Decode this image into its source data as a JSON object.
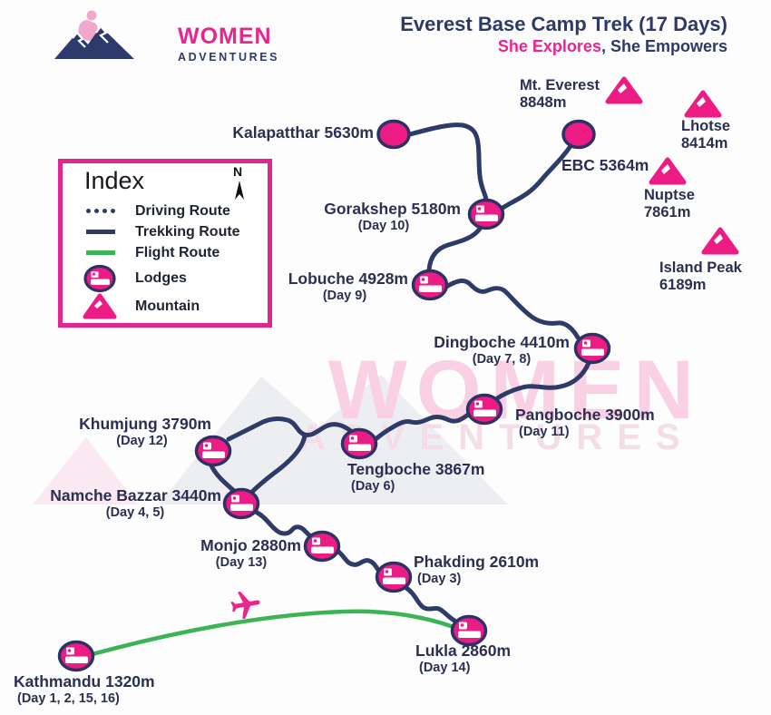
{
  "brand": {
    "top": "WOMEN",
    "bottom": "ADVENTURES"
  },
  "header": {
    "title": "Everest Base Camp Trek (17 Days)",
    "tagline_pink": "She Explores",
    "tagline_rest": ", She Empowers"
  },
  "legend": {
    "title": "Index",
    "compass": "N",
    "items": [
      {
        "key": "driving",
        "label": "Driving Route"
      },
      {
        "key": "trekking",
        "label": "Trekking Route"
      },
      {
        "key": "flight",
        "label": "Flight Route"
      },
      {
        "key": "lodges",
        "label": "Lodges"
      },
      {
        "key": "mountain",
        "label": "Mountain"
      }
    ]
  },
  "watermark": {
    "line1": "WOMEN",
    "line2": "ADVENTURES"
  },
  "peaks": [
    {
      "name": "Mt. Everest",
      "elevation": "8848m"
    },
    {
      "name": "Lhotse",
      "elevation": "8414m"
    },
    {
      "name": "Nuptse",
      "elevation": "7861m"
    },
    {
      "name": "Island Peak",
      "elevation": "6189m"
    }
  ],
  "landmarks": [
    {
      "label": "Kalapatthar 5630m"
    },
    {
      "label": "EBC 5364m"
    }
  ],
  "stops": [
    {
      "name": "Gorakshep 5180m",
      "days": "(Day 10)"
    },
    {
      "name": "Lobuche 4928m",
      "days": "(Day 9)"
    },
    {
      "name": "Dingboche 4410m",
      "days": "(Day 7, 8)"
    },
    {
      "name": "Pangboche 3900m",
      "days": "(Day 11)"
    },
    {
      "name": "Khumjung 3790m",
      "days": "(Day 12)"
    },
    {
      "name": "Tengboche 3867m",
      "days": "(Day 6)"
    },
    {
      "name": "Namche Bazzar 3440m",
      "days": "(Day 4, 5)"
    },
    {
      "name": "Monjo 2880m",
      "days": "(Day 13)"
    },
    {
      "name": "Phakding 2610m",
      "days": "(Day 3)"
    },
    {
      "name": "Lukla 2860m",
      "days": "(Day 14)"
    },
    {
      "name": "Kathmandu 1320m",
      "days": "(Day 1, 2, 15, 16)"
    }
  ],
  "icons": {
    "lodge": "bed-in-ellipse",
    "mountain": "pink-triangle-peak",
    "flight": "airplane-icon",
    "compass": "north-arrow"
  },
  "colors": {
    "pink": "#ed1c85",
    "navy_route": "#2e3a68",
    "marker_border": "#2c3263",
    "green": "#3cb456",
    "text": "#2b3052",
    "watermark_pink": "#f9d0e4"
  }
}
